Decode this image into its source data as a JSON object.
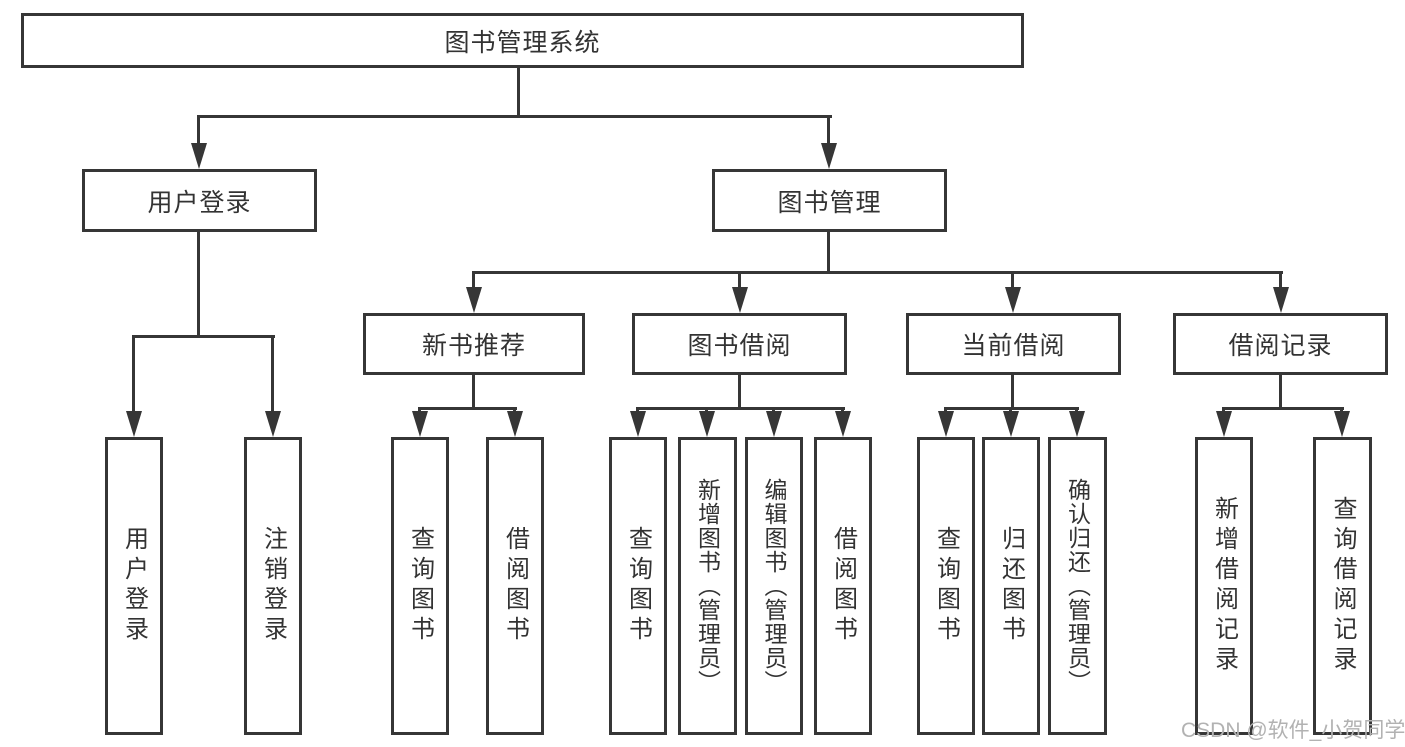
{
  "diagram": {
    "root": "图书管理系统",
    "branches": {
      "user_login": "用户登录",
      "book_management": "图书管理"
    },
    "modules": {
      "new_book_recommendation": "新书推荐",
      "book_borrowing": "图书借阅",
      "current_borrowing": "当前借阅",
      "borrowing_records": "借阅记录"
    },
    "leaves": {
      "user_login_login": "用户登录",
      "user_login_logout": "注销登录",
      "rec_query_books": "查询图书",
      "rec_borrow_books": "借阅图书",
      "borrow_query_books": "查询图书",
      "borrow_add_books": "新增图书（管理员）",
      "borrow_edit_books": "编辑图书（管理员）",
      "borrow_borrow_books": "借阅图书",
      "current_query_books": "查询图书",
      "current_return_books": "归还图书",
      "current_confirm_return": "确认归还（管理员）",
      "records_add_record": "新增借阅记录",
      "records_query_record": "查询借阅记录"
    }
  },
  "watermark": "CSDN @软件_小贺同学",
  "colors": {
    "line": "#363636",
    "text": "#333333",
    "background": "#ffffff",
    "watermark": "#b2b2b2"
  }
}
